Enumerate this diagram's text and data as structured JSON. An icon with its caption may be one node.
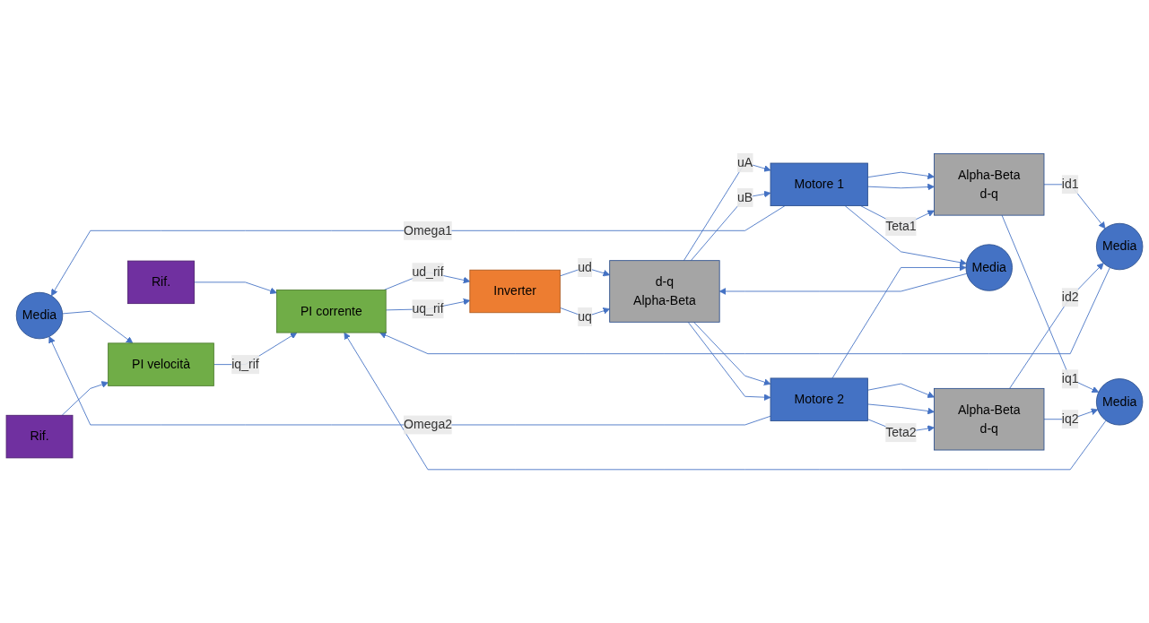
{
  "diagram": {
    "nodes": [
      {
        "text": [
          "Media"
        ]
      },
      {
        "text": [
          "Media"
        ]
      },
      {
        "text": [
          "Motore 1"
        ]
      },
      {
        "text": [
          "Alpha-Beta",
          "d-q"
        ]
      },
      {
        "text": [
          "Rif."
        ]
      },
      {
        "text": [
          "PI velocità"
        ]
      },
      {
        "text": [
          "PI corrente"
        ]
      },
      {
        "text": [
          "Inverter"
        ]
      },
      {
        "text": [
          "d-q",
          "Alpha-Beta"
        ]
      },
      {
        "text": [
          "Rif."
        ]
      },
      {
        "text": [
          "Media"
        ]
      },
      {
        "text": [
          "Media"
        ]
      },
      {
        "text": [
          "Motore 2"
        ]
      },
      {
        "text": [
          "Alpha-Beta",
          "d-q"
        ]
      }
    ],
    "edges": [
      {
        "from": 0,
        "to": 5,
        "arrow": "to"
      },
      {
        "from": 9,
        "to": 5,
        "arrow": "to"
      },
      {
        "from": 4,
        "to": 6,
        "arrow": "to"
      },
      {
        "from": 1,
        "to": 6,
        "arrow": "to"
      },
      {
        "from": 5,
        "to": 6,
        "arrow": "to",
        "label": "iq_rif"
      },
      {
        "from": 10,
        "to": 6,
        "arrow": "to"
      },
      {
        "from": 6,
        "to": 7,
        "arrow": "to",
        "label": "ud_rif"
      },
      {
        "from": 6,
        "to": 7,
        "arrow": "to",
        "label": "uq_rif"
      },
      {
        "from": 7,
        "to": 8,
        "arrow": "to",
        "label": "ud"
      },
      {
        "from": 7,
        "to": 8,
        "arrow": "to",
        "label": "uq"
      },
      {
        "from": 11,
        "to": 8,
        "arrow": "to"
      },
      {
        "from": 8,
        "to": 2,
        "arrow": "to",
        "label": "uA"
      },
      {
        "from": 8,
        "to": 2,
        "arrow": "to",
        "label": "uB"
      },
      {
        "from": 8,
        "to": 12,
        "arrow": "to"
      },
      {
        "from": 8,
        "to": 12,
        "arrow": "to"
      },
      {
        "from": 2,
        "to": 3,
        "arrow": "to"
      },
      {
        "from": 2,
        "to": 3,
        "arrow": "to"
      },
      {
        "from": 2,
        "to": 3,
        "arrow": "to",
        "label": "Teta1"
      },
      {
        "from": 2,
        "to": 0,
        "arrow": "to",
        "label": "Omega1"
      },
      {
        "from": 3,
        "to": 1,
        "arrow": "to",
        "label": "id1"
      },
      {
        "from": 3,
        "to": 10,
        "arrow": "to",
        "label": "iq1"
      },
      {
        "from": 2,
        "to": 11,
        "arrow": "to"
      },
      {
        "from": 12,
        "to": 13,
        "arrow": "to"
      },
      {
        "from": 12,
        "to": 13,
        "arrow": "to"
      },
      {
        "from": 12,
        "to": 13,
        "arrow": "to",
        "label": "Teta2"
      },
      {
        "from": 12,
        "to": 0,
        "arrow": "to",
        "label": "Omega2"
      },
      {
        "from": 13,
        "to": 1,
        "arrow": "to",
        "label": "id2"
      },
      {
        "from": 13,
        "to": 10,
        "arrow": "to",
        "label": "iq2"
      },
      {
        "from": 12,
        "to": 11,
        "arrow": "to"
      }
    ]
  }
}
